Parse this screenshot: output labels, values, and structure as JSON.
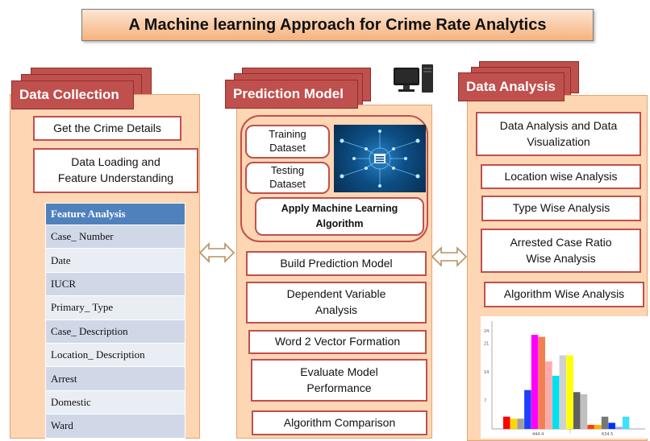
{
  "title": "A Machine learning Approach for Crime Rate Analytics",
  "colors": {
    "accent_red": "#c0504d",
    "panel_fill": "#fdd6b4",
    "table_header": "#4f81bd"
  },
  "data_collection": {
    "header": "Data Collection",
    "items": [
      "Get the Crime Details",
      "Data Loading and\nFeature Understanding"
    ],
    "table_header": "Feature Analysis",
    "table_rows": [
      "Case_ Number",
      "Date",
      "IUCR",
      "Primary_ Type",
      "Case_ Description",
      "Location_ Description",
      "Arrest",
      "Domestic",
      "Ward"
    ]
  },
  "prediction_model": {
    "header": "Prediction Model",
    "training": "Training\nDataset",
    "testing": "Testing\nDataset",
    "apply": "Apply Machine Learning\nAlgorithm",
    "steps": [
      "Build Prediction Model",
      "Dependent Variable\nAnalysis",
      "Word 2 Vector Formation",
      "Evaluate Model\nPerformance",
      "Algorithm Comparison"
    ]
  },
  "data_analysis": {
    "header": "Data Analysis",
    "items": [
      "Data Analysis  and Data\nVisualization",
      "Location wise Analysis",
      "Type Wise Analysis",
      "Arrested Case Ratio\nWise Analysis",
      "Algorithm Wise Analysis"
    ]
  },
  "chart_data": {
    "type": "bar",
    "y_ticks": [
      "24",
      "21",
      "14",
      "7"
    ],
    "x_ticks": [
      "444.4",
      "634.5"
    ],
    "values": [
      3,
      2.5,
      2.5,
      9.5,
      23,
      22.5,
      16.5,
      13,
      18,
      18,
      9,
      8.5,
      1,
      1,
      3,
      1.5,
      0.5,
      3
    ],
    "colors": [
      "#ff0000",
      "#ffd700",
      "#9e9e9e",
      "#1f3fff",
      "#ff00ff",
      "#f08050",
      "#ffaaaa",
      "#00e0f0",
      "#d0d0d0",
      "#ffff00",
      "#606060",
      "#c0c0c0",
      "#ff4000",
      "#ffb000",
      "#777777",
      "#0030ff",
      "#a0a0ff",
      "#40e0ff"
    ]
  },
  "icons": [
    "monitor-tower-icon",
    "neural-network-image",
    "double-arrow-icon"
  ]
}
